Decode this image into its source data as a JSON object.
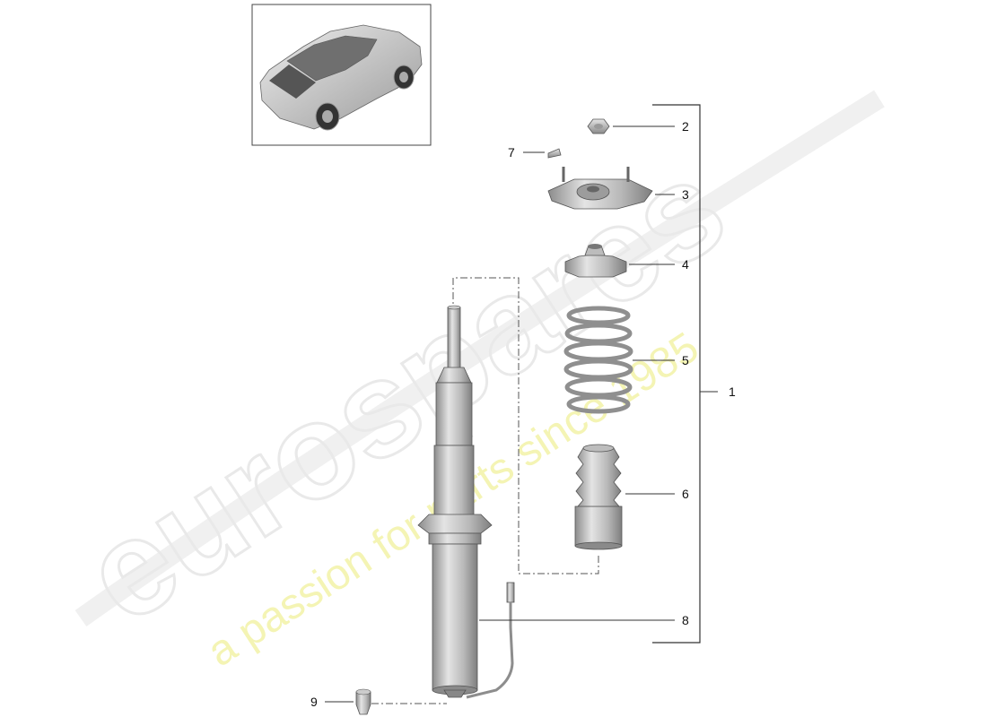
{
  "watermark": {
    "logo_text": "eurospares",
    "tagline": "a passion for parts since 1985"
  },
  "callouts": [
    {
      "number": "1",
      "part": "strut-assembly"
    },
    {
      "number": "2",
      "part": "nut"
    },
    {
      "number": "3",
      "part": "strut-mount"
    },
    {
      "number": "4",
      "part": "spring-seat"
    },
    {
      "number": "5",
      "part": "coil-spring"
    },
    {
      "number": "6",
      "part": "bump-stop"
    },
    {
      "number": "7",
      "part": "nut"
    },
    {
      "number": "8",
      "part": "shock-absorber"
    },
    {
      "number": "9",
      "part": "connector"
    }
  ]
}
